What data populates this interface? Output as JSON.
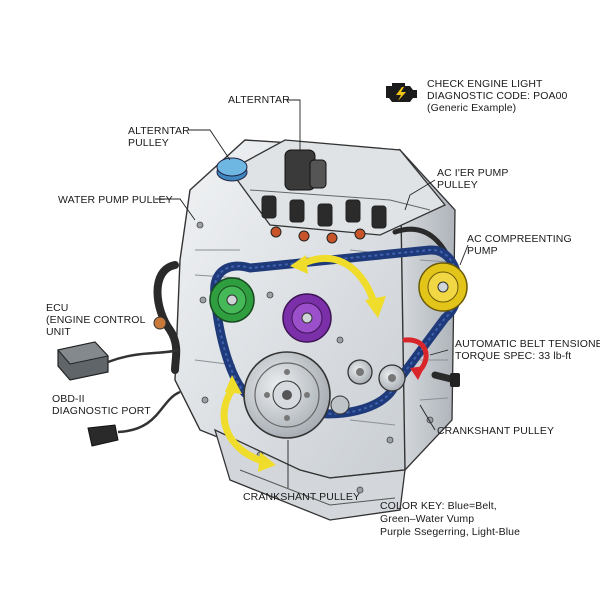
{
  "labels": {
    "check_engine_line1": "CHECK ENGINE LIGHT",
    "check_engine_line2": "DIAGNOSTIC CODE: POA00",
    "check_engine_line3": "(Generic Example)",
    "alternator": "ALTERNTAR",
    "alternator_pulley_line1": "ALTERNTAR",
    "alternator_pulley_line2": "PULLEY",
    "water_pump_pulley": "WATER PUMP PULLEY",
    "ac_ter_pump_line1": "AC I'ER PUMP",
    "ac_ter_pump_line2": "PULLEY",
    "ac_compressor_line1": "AC COMPREENTING",
    "ac_compressor_line2": "PUMP",
    "ecu_line1": "ECU",
    "ecu_line2": "(ENGINE CONTROL",
    "ecu_line3": "UNIT",
    "obd_line1": "OBD-II",
    "obd_line2": "DIAGNOSTIC PORT",
    "tensioner_line1": "AUTOMATIC BELT TENSIONER",
    "tensioner_line2": "TORQUE SPEC: 33 lb-ft",
    "crankshaft_right": "CRANKSHANT PULLEY",
    "crankshaft_bottom": "CRANKSHANT PULLEY",
    "color_key_line1": "COLOR KEY: Blue=Belt,",
    "color_key_line2": "Green–Water Vump",
    "color_key_line3": "Purple Ssegerring, Light-Blue"
  },
  "colors": {
    "belt": "#1f3a7a",
    "water_pump_pulley": "#2e9e3e",
    "purple_pulley": "#7b2fa8",
    "ac_pulley": "#e3c51a",
    "arrow_yellow": "#f0dc2a",
    "tensioner_arrow": "#d8262a",
    "cap_blue": "#5aa8d8",
    "engine_body": "#e4e7ea",
    "engine_shade": "#c2c7cc",
    "outline": "#2a2a2a"
  },
  "icons": [
    "check-engine-icon"
  ]
}
